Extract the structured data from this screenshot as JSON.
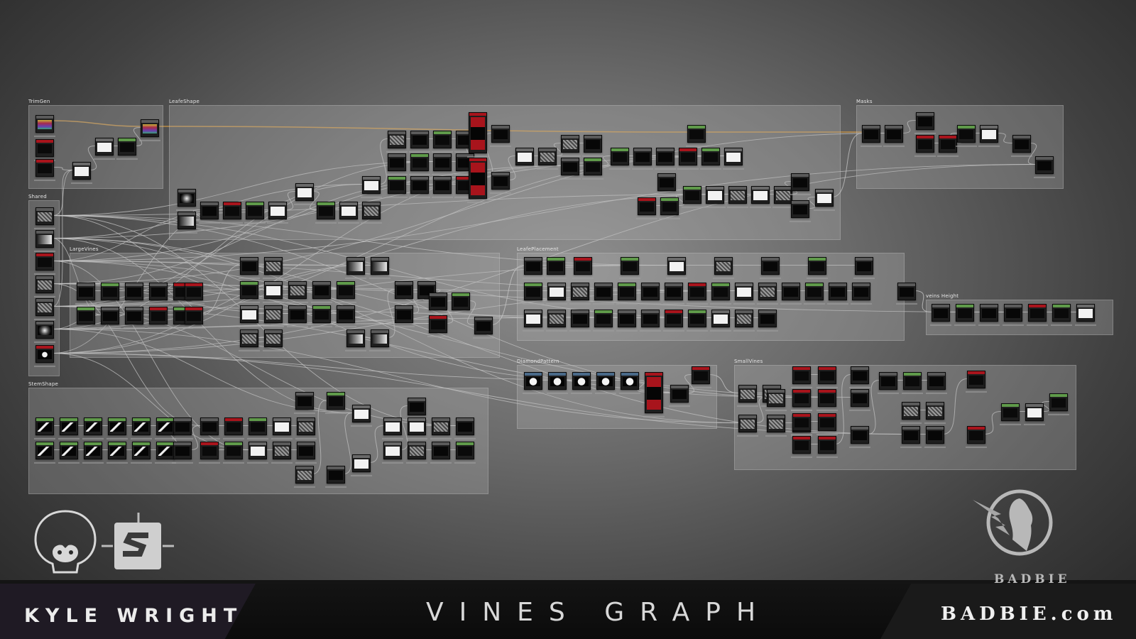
{
  "frames": [
    {
      "id": "trim-gen",
      "label": "TrimGen"
    },
    {
      "id": "leafe-shape",
      "label": "LeafeShape"
    },
    {
      "id": "masks",
      "label": "Masks"
    },
    {
      "id": "shared",
      "label": "Shared"
    },
    {
      "id": "large-vines",
      "label": "LargeVines"
    },
    {
      "id": "leafe-placement",
      "label": "LeafePlacement"
    },
    {
      "id": "veins-height",
      "label": "veins Height"
    },
    {
      "id": "diamond-pattern",
      "label": "DiamondPattern"
    },
    {
      "id": "small-vines",
      "label": "SmallVines"
    },
    {
      "id": "stem-shape",
      "label": "StemShape"
    }
  ],
  "footer": {
    "author": "KYLE WRIGHT",
    "title": "VINES GRAPH",
    "site": "BADBIE.com",
    "brand": "BADBIE"
  },
  "icons": {
    "author_logo": "monkey-skull-icon",
    "app_logo": "substance-designer-icon",
    "brand_logo": "winged-badbie-icon"
  },
  "colors": {
    "accent_orange": "#e0a040",
    "node_red": "#a8141c",
    "node_green": "#5f9a4a",
    "node_blue": "#4a6a8a",
    "wire": "#c8c8c8"
  }
}
